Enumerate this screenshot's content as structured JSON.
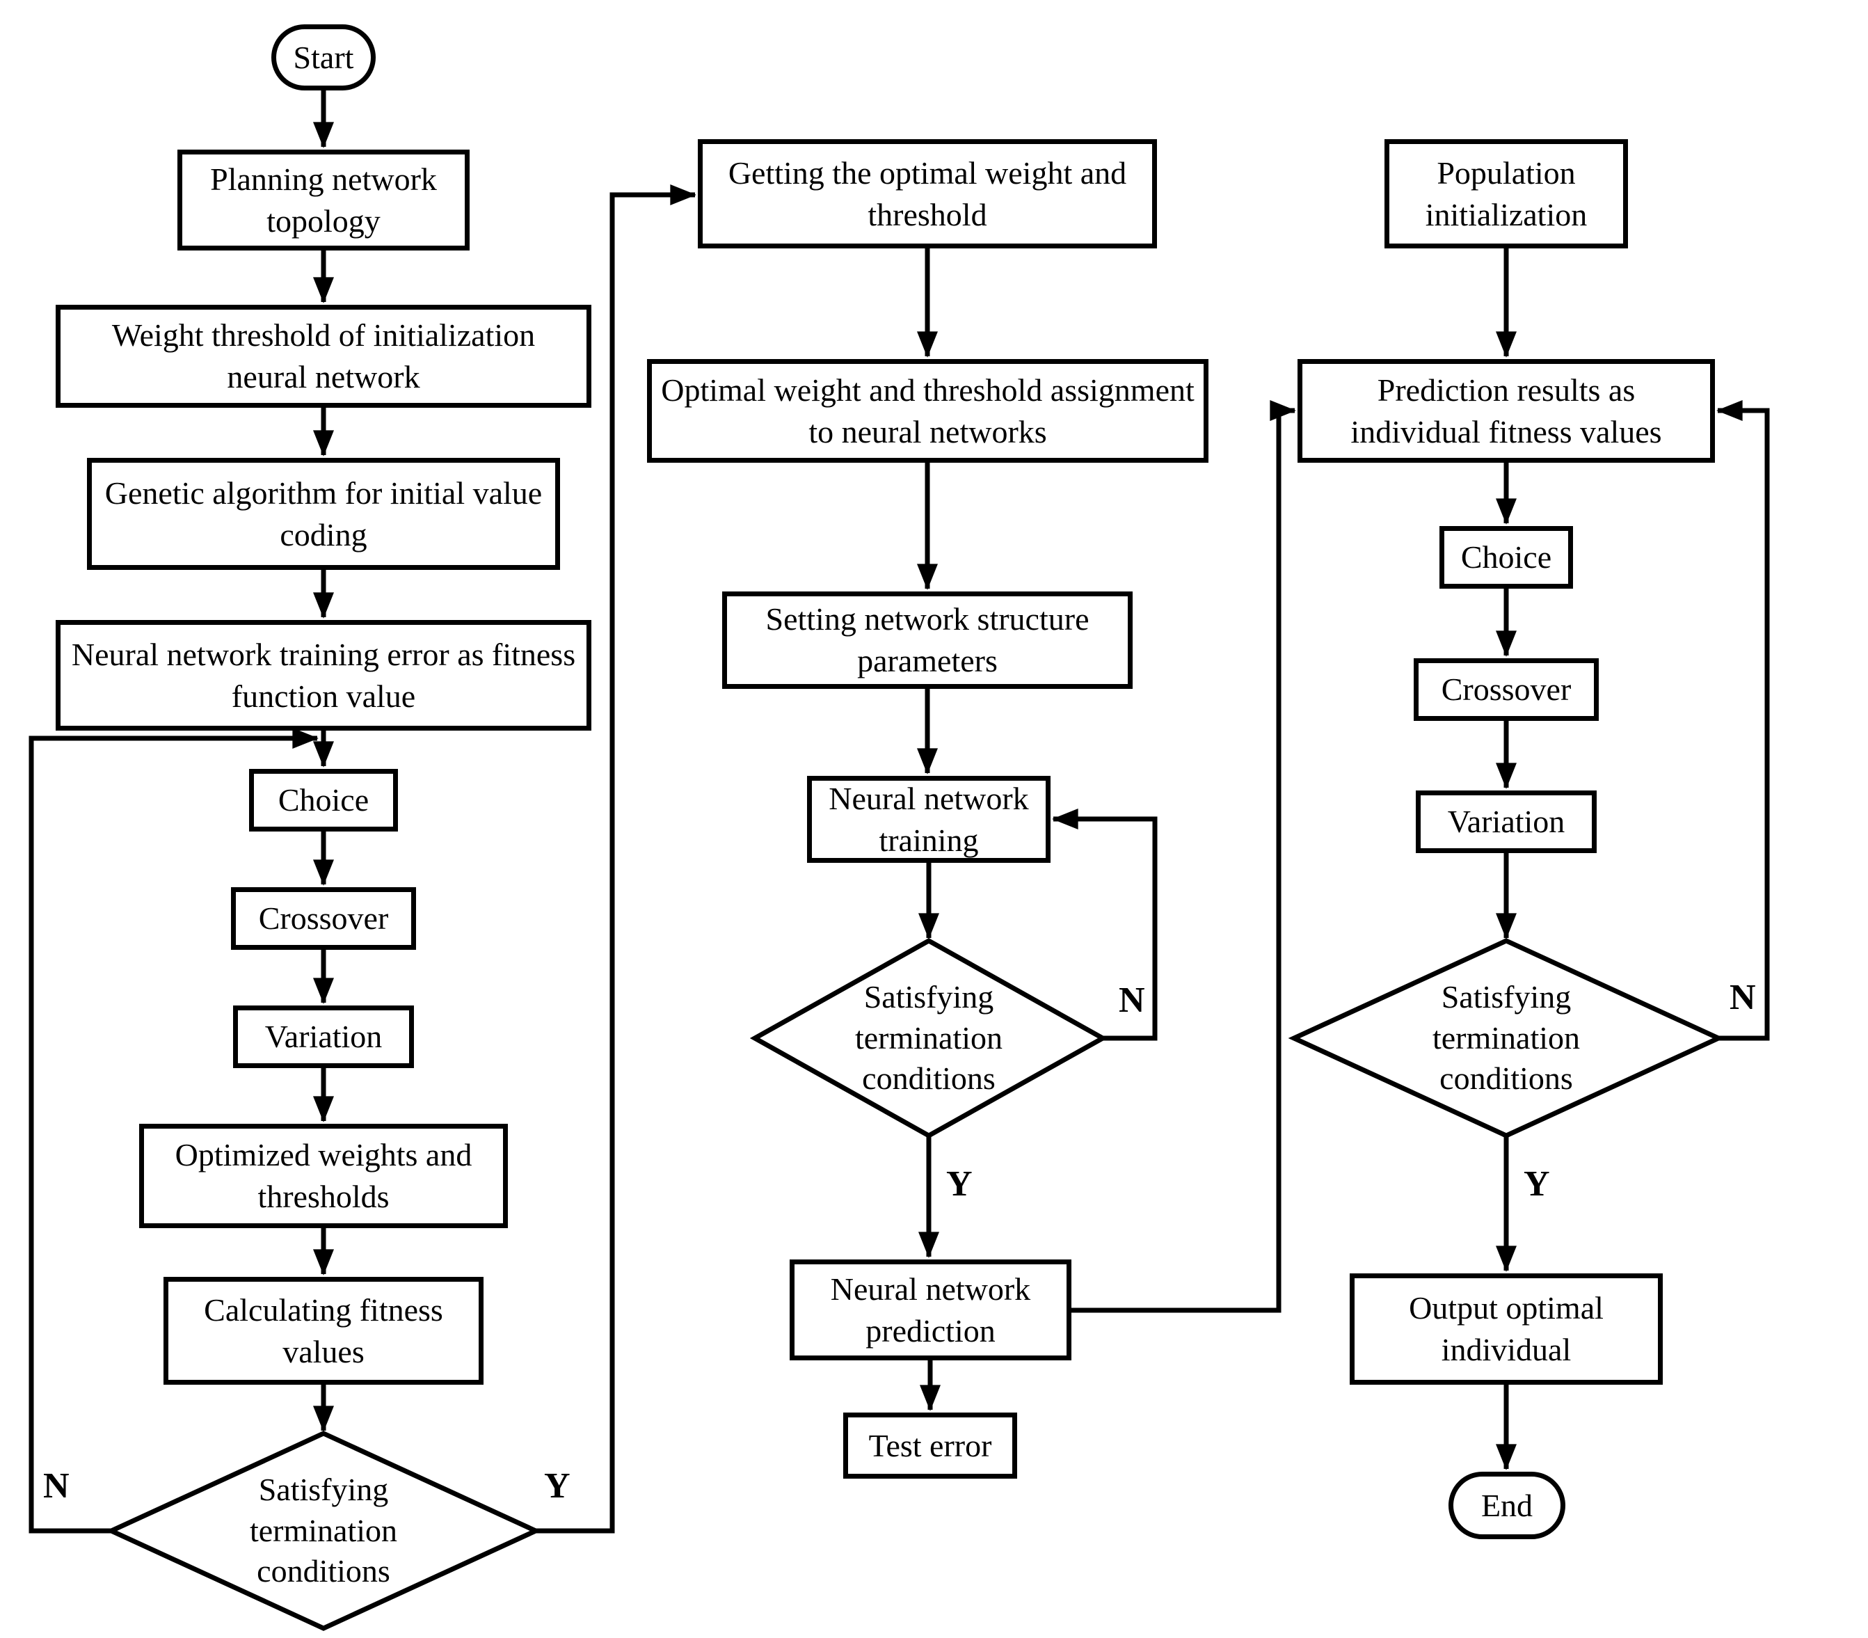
{
  "diagram": {
    "background_color": "#ffffff",
    "line_color": "#000000",
    "branch_labels": {
      "yes": "Y",
      "no": "N"
    },
    "columns": {
      "left": {
        "start": "Start",
        "planning": "Planning network topology",
        "weight_threshold": "Weight threshold of initialization neural network",
        "genetic_algorithm": "Genetic algorithm for initial value coding",
        "training_error_fitness": "Neural network training error as fitness function value",
        "choice": "Choice",
        "crossover": "Crossover",
        "variation": "Variation",
        "optimized_weights": "Optimized weights and thresholds",
        "calculating_fitness": "Calculating fitness values",
        "termination": "Satisfying termination conditions"
      },
      "middle": {
        "getting_optimal": "Getting the optimal weight and threshold",
        "assignment": "Optimal weight and threshold assignment to neural networks",
        "setting_parameters": "Setting network structure parameters",
        "training": "Neural network training",
        "termination": "Satisfying termination conditions",
        "prediction": "Neural network prediction",
        "test_error": "Test error"
      },
      "right": {
        "population_init": "Population initialization",
        "prediction_fitness": "Prediction results as individual fitness values",
        "choice": "Choice",
        "crossover": "Crossover",
        "variation": "Variation",
        "termination": "Satisfying termination conditions",
        "output_optimal": "Output optimal individual",
        "end": "End"
      }
    }
  }
}
